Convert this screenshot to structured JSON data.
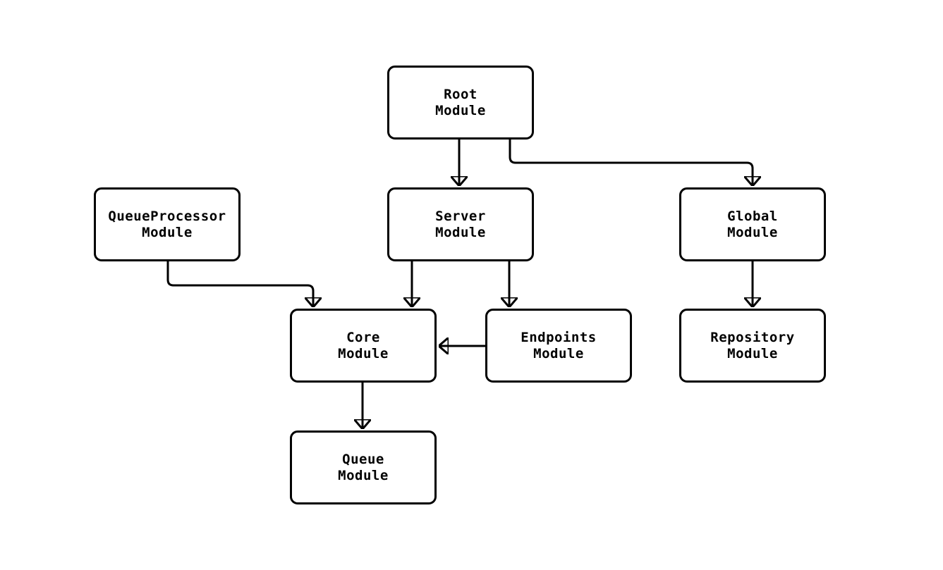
{
  "diagram": {
    "type": "flowchart",
    "background_color": "#ffffff",
    "stroke_color": "#000000",
    "node_fill_color": "#ffffff",
    "nodes": {
      "root": {
        "line1": "Root",
        "line2": "Module"
      },
      "queue_processor": {
        "line1": "QueueProcessor",
        "line2": "Module"
      },
      "server": {
        "line1": "Server",
        "line2": "Module"
      },
      "global": {
        "line1": "Global",
        "line2": "Module"
      },
      "core": {
        "line1": "Core",
        "line2": "Module"
      },
      "endpoints": {
        "line1": "Endpoints",
        "line2": "Module"
      },
      "repository": {
        "line1": "Repository",
        "line2": "Module"
      },
      "queue": {
        "line1": "Queue",
        "line2": "Module"
      }
    },
    "edges": [
      {
        "from": "Root Module",
        "to": "Server Module"
      },
      {
        "from": "Root Module",
        "to": "Global Module"
      },
      {
        "from": "QueueProcessor Module",
        "to": "Core Module"
      },
      {
        "from": "Server Module",
        "to": "Core Module"
      },
      {
        "from": "Server Module",
        "to": "Endpoints Module"
      },
      {
        "from": "Endpoints Module",
        "to": "Core Module"
      },
      {
        "from": "Global Module",
        "to": "Repository Module"
      },
      {
        "from": "Core Module",
        "to": "Queue Module"
      }
    ]
  }
}
